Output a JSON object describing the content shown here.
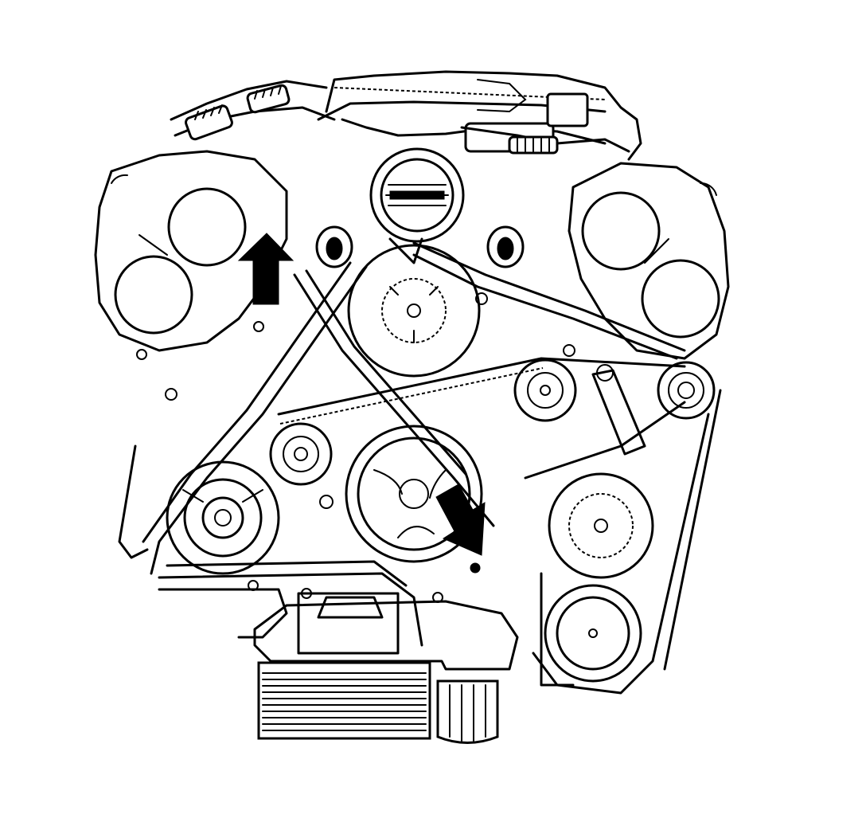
{
  "diagram": {
    "subject": "engine-front-view",
    "line_color": "#000000",
    "background_color": "#ffffff",
    "callout_arrows": [
      {
        "name": "up-arrow",
        "direction": "up"
      },
      {
        "name": "down-arrow",
        "direction": "down-right"
      }
    ]
  }
}
